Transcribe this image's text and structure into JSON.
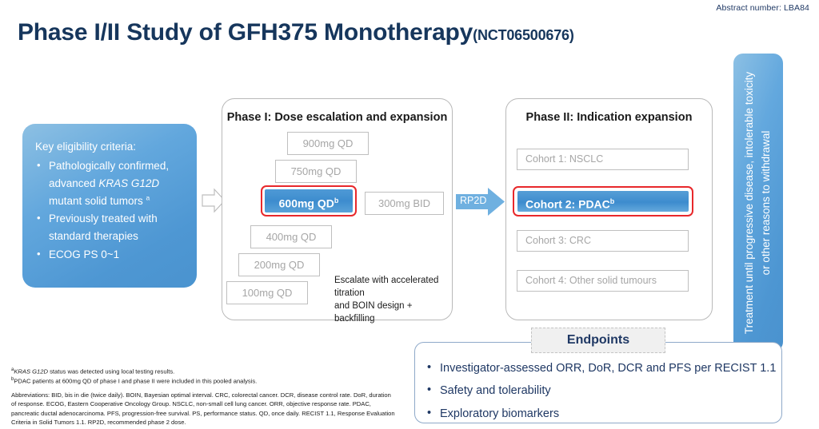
{
  "header": {
    "abstract_number": "Abstract number: LBA84",
    "title_main": "Phase I/II Study of GFH375 Monotherapy",
    "title_nct": "(NCT06500676)"
  },
  "eligibility": {
    "heading": "Key eligibility criteria:",
    "items": [
      "Pathologically confirmed, advanced KRAS G12D mutant solid tumors",
      "Previously treated with standard therapies",
      "ECOG PS 0~1"
    ],
    "item1_prefix": "Pathologically confirmed, advanced ",
    "item1_italic": "KRAS G12D",
    "item1_suffix": " mutant solid tumors ",
    "item1_footnote": "a"
  },
  "phase1": {
    "heading": "Phase I: Dose escalation and expansion",
    "doses": [
      {
        "label": "900mg QD",
        "state": "inactive"
      },
      {
        "label": "750mg QD",
        "state": "inactive"
      },
      {
        "label": "600mg QD",
        "state": "selected",
        "footnote": "b"
      },
      {
        "label": "400mg QD",
        "state": "inactive"
      },
      {
        "label": "200mg QD",
        "state": "inactive"
      },
      {
        "label": "100mg QD",
        "state": "inactive"
      },
      {
        "label": "300mg BID",
        "state": "inactive"
      }
    ],
    "escalate_note_line1": "Escalate with accelerated titration",
    "escalate_note_line2": "and BOIN design + backfilling"
  },
  "transition": {
    "rp2d_label": "RP2D"
  },
  "phase2": {
    "heading": "Phase II: Indication expansion",
    "cohorts": [
      {
        "label": "Cohort 1: NSCLC",
        "state": "inactive"
      },
      {
        "label": "Cohort 2: PDAC",
        "state": "selected",
        "footnote": "b"
      },
      {
        "label": "Cohort 3: CRC",
        "state": "inactive"
      },
      {
        "label": "Cohort 4: Other solid tumours",
        "state": "inactive"
      }
    ]
  },
  "treatment_bar": {
    "line1": "Treatment until progressive disease, intolerable toxicity",
    "line2": "or other reasons to withdrawal"
  },
  "endpoints": {
    "title": "Endpoints",
    "items": [
      "Investigator-assessed ORR, DoR, DCR and PFS per RECIST 1.1",
      "Safety and tolerability",
      "Exploratory biomarkers"
    ]
  },
  "footnotes": {
    "a_marker": "a",
    "a_italic": "KRAS G12D",
    "a_text": " status was detected using local testing results.",
    "b_marker": "b",
    "b_text": "PDAC patients at 600mg QD of phase I and phase II were included in this pooled analysis.",
    "abbreviations_line1": "Abbreviations: BID, bis in die (twice daily). BOIN, Bayesian optimal interval. CRC, colorectal cancer. DCR, disease control rate. DoR, duration",
    "abbreviations_line2": "of response. ECOG, Eastern Cooperative Oncology Group. NSCLC, non-small cell lung cancer. ORR, objective response rate. PDAC,",
    "abbreviations_line3": "pancreatic ductal adenocarcinoma. PFS, progression-free survival. PS, performance status. QD, once daily. RECIST 1.1, Response Evaluation",
    "abbreviations_line4": "Criteria in Solid Tumors 1.1. RP2D, recommended phase 2 dose."
  },
  "colors": {
    "title_navy": "#16365c",
    "accent_blue": "#4d96d2",
    "highlight_red": "#e8282b",
    "inactive_gray": "#a6a6a6",
    "endpoint_navy": "#1f3864"
  }
}
